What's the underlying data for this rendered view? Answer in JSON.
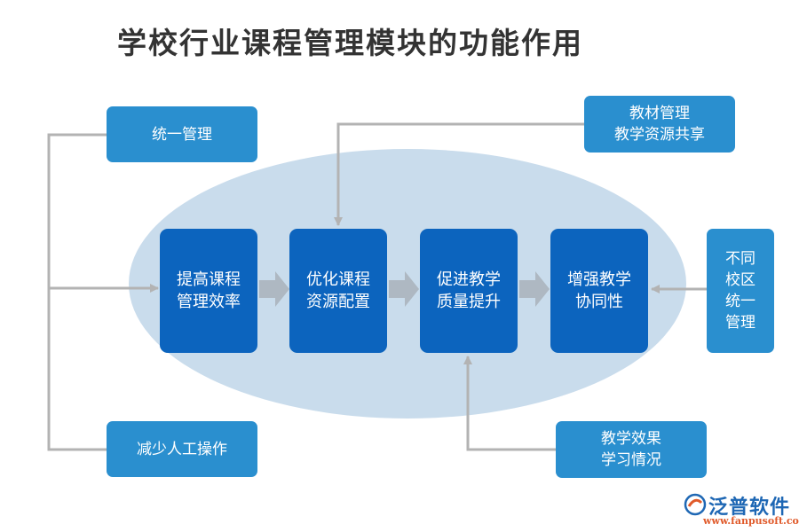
{
  "title": "学校行业课程管理模块的功能作用",
  "core_steps": [
    {
      "label": "提高课程\n管理效率"
    },
    {
      "label": "优化课程\n资源配置"
    },
    {
      "label": "促进教学\n质量提升"
    },
    {
      "label": "增强教学\n协同性"
    }
  ],
  "inputs": {
    "unified_management": "统一管理",
    "reduce_labor": "减少人工操作",
    "materials": "教材管理\n教学资源共享",
    "campus": "不同\n校区\n统一\n管理",
    "effect": "教学效果\n学习情况"
  },
  "colors": {
    "core_box": "#0c64be",
    "side_box": "#2a8fcf",
    "ellipse": "#c9dcec",
    "connector": "#b3b3b3"
  },
  "logo": {
    "name": "泛普软件",
    "url": "www.fanpusoft.com"
  }
}
